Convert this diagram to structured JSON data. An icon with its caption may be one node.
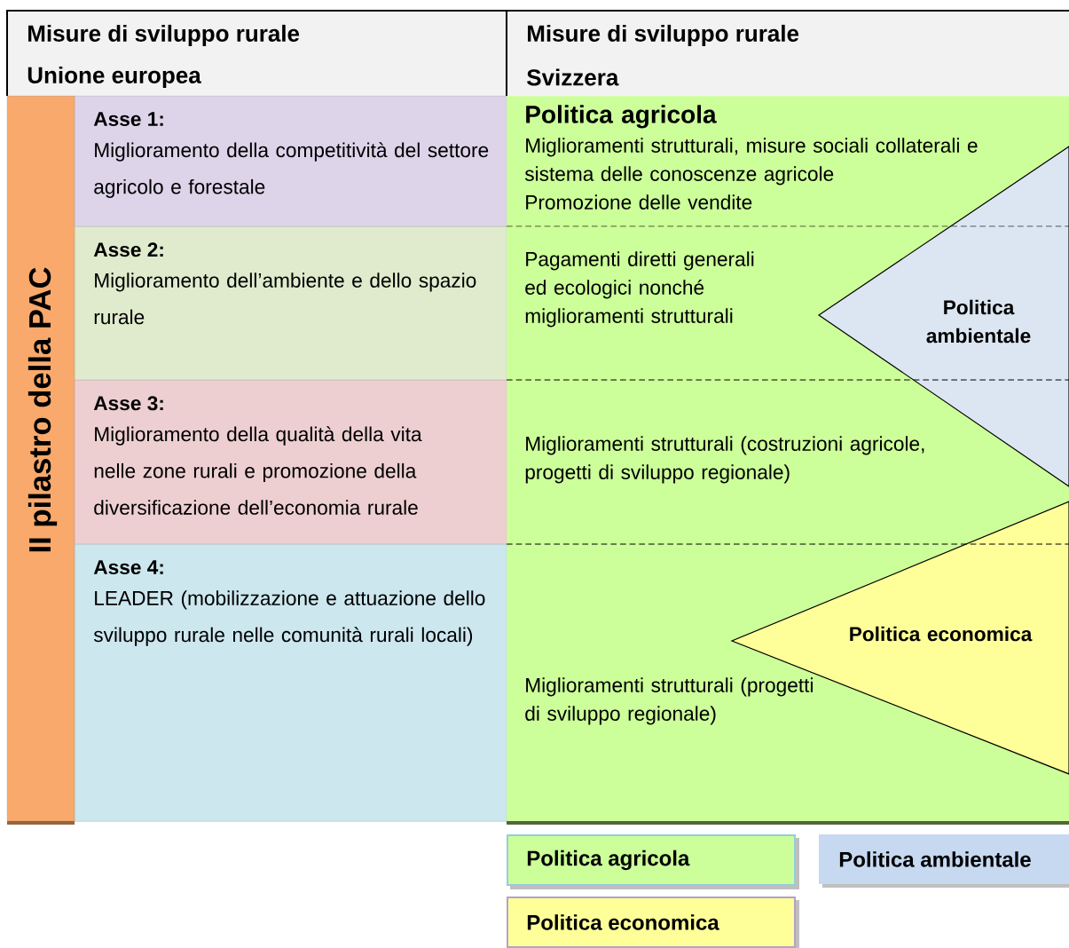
{
  "diagram": {
    "nodes": [
      {
        "text": [
          "Misure di sviluppo rurale",
          "Unione europea"
        ]
      },
      {
        "text": [
          "Misure di sviluppo rurale",
          "Svizzera"
        ]
      },
      {
        "text": [
          "II pilastro della PAC"
        ]
      },
      {
        "text": [
          "Asse 1:",
          "Miglioramento della competitività del settore agricolo e forestale"
        ]
      },
      {
        "text": [
          "Asse 2:",
          "Miglioramento dell’ambiente e dello spazio rurale"
        ]
      },
      {
        "text": [
          "Asse 3:",
          "Miglioramento della qualità della vita nelle zone rurali e promozione della diversificazione dell’economia rurale"
        ]
      },
      {
        "text": [
          "Asse 4:",
          "LEADER (mobilizzazione e attuazione dello sviluppo rurale nelle comunità rurali locali)"
        ]
      },
      {
        "text": [
          "Politica agricola",
          "Miglioramenti strutturali, misure sociali collaterali e sistema delle conoscenze agricole",
          "Promozione delle vendite",
          "Pagamenti diretti generali ed ecologici nonché miglioramenti strutturali",
          "Miglioramenti strutturali (costruzioni agricole, progetti di sviluppo regionale)",
          "Miglioramenti strutturali (progetti di sviluppo regionale)"
        ]
      },
      {
        "text": [
          "Politica ambientale"
        ],
        "in": 7
      },
      {
        "text": [
          "Politica economica"
        ],
        "in": 7
      }
    ],
    "legend": [
      {
        "text": "Politica agricola",
        "color": "#ccff99"
      },
      {
        "text": "Politica ambientale",
        "color": "#c6d9f1"
      },
      {
        "text": "Politica economica",
        "color": "#ffff99"
      }
    ]
  }
}
